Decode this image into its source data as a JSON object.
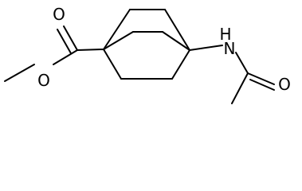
{
  "molecule": {
    "atoms": {
      "carbonyl_oxygen": "O",
      "ester_oxygen": "O",
      "amide_nitrogen": "N",
      "amide_hydrogen": "H",
      "amide_oxygen": "O"
    }
  },
  "colors": {
    "bond": "#000000",
    "label": "#000000",
    "background": "#ffffff"
  }
}
